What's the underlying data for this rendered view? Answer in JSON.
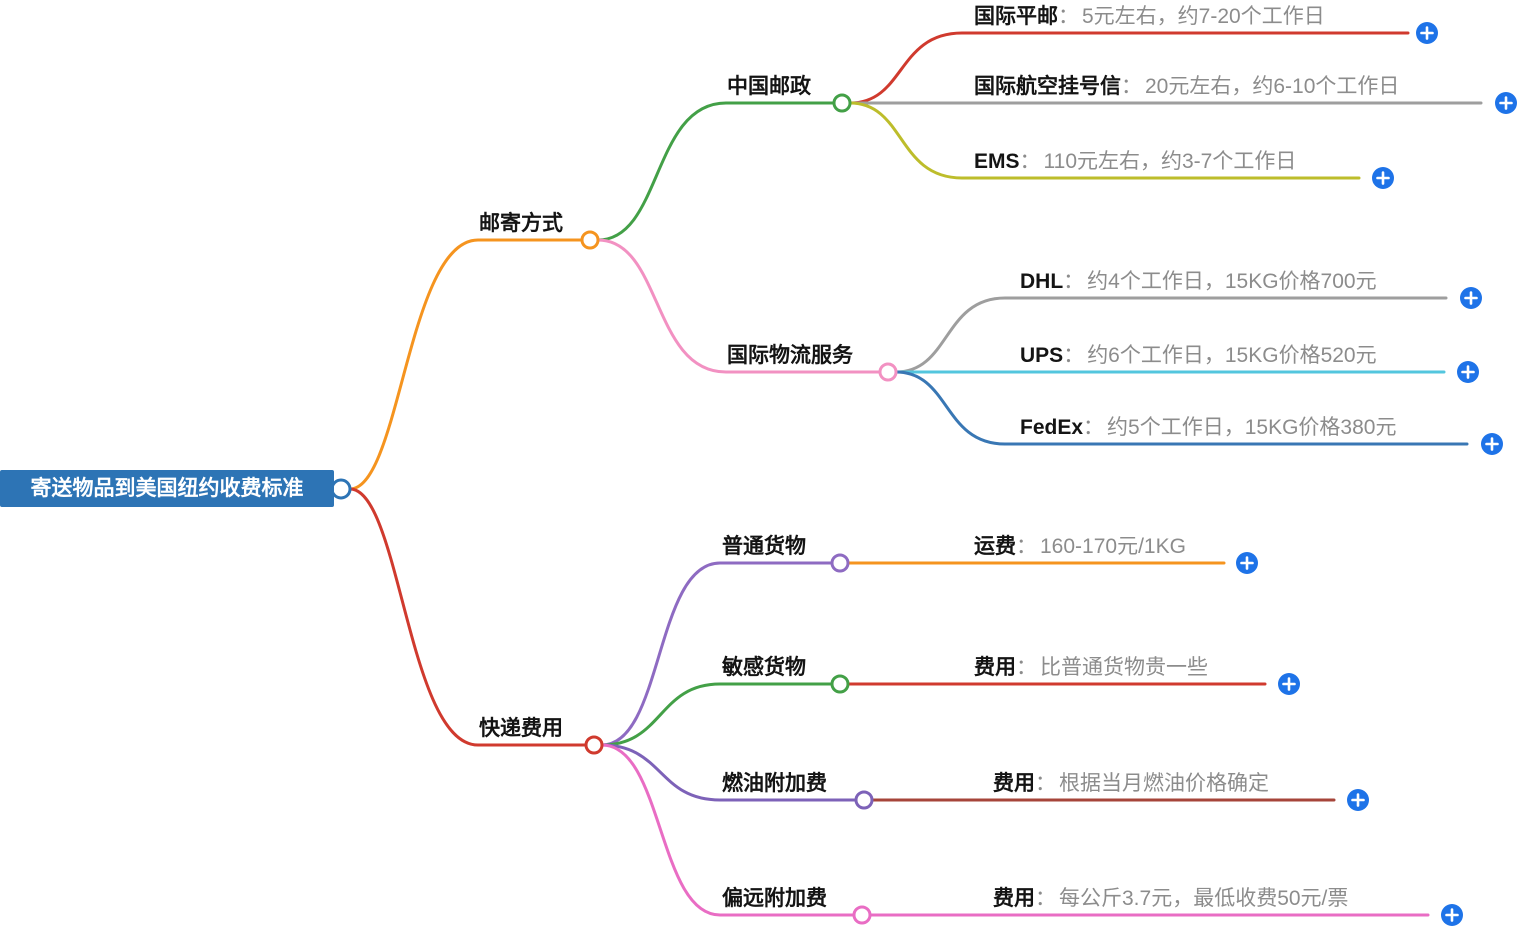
{
  "separator": "：",
  "colors": {
    "root_bg": "#2d74b5",
    "root_stroke": "#2d74b5",
    "orange": "#f5941f",
    "red": "#d03a2e",
    "green": "#43a047",
    "gray": "#9e9e9e",
    "olive": "#bdbd2b",
    "pink": "#f291c2",
    "cyan": "#53c6de",
    "blue": "#3977b4",
    "purple": "#8e6bc2",
    "violet": "#7d62b8",
    "maroon": "#a6453a",
    "magenta": "#e96dc4",
    "plus": "#1e73e8",
    "label": "#141414",
    "value": "#8c8c8c"
  },
  "nodes": {
    "root": {
      "label": "寄送物品到美国纽约收费标准"
    },
    "mail_method": {
      "label": "邮寄方式"
    },
    "china_post": {
      "label": "中国邮政"
    },
    "surface_mail": {
      "label": "国际平邮",
      "value": "5元左右，约7-20个工作日"
    },
    "air_registered": {
      "label": "国际航空挂号信",
      "value": "20元左右，约6-10个工作日"
    },
    "ems": {
      "label": "EMS",
      "value": "110元左右，约3-7个工作日"
    },
    "intl_logistics": {
      "label": "国际物流服务"
    },
    "dhl": {
      "label": "DHL",
      "value": "约4个工作日，15KG价格700元"
    },
    "ups": {
      "label": "UPS",
      "value": "约6个工作日，15KG价格520元"
    },
    "fedex": {
      "label": "FedEx",
      "value": "约5个工作日，15KG价格380元"
    },
    "express_fee": {
      "label": "快递费用"
    },
    "ordinary_goods": {
      "label": "普通货物"
    },
    "ordinary_fee": {
      "label": "运费",
      "value": "160-170元/1KG"
    },
    "sensitive_goods": {
      "label": "敏感货物"
    },
    "sensitive_fee": {
      "label": "费用",
      "value": "比普通货物贵一些"
    },
    "fuel_surcharge": {
      "label": "燃油附加费"
    },
    "fuel_fee": {
      "label": "费用",
      "value": "根据当月燃油价格确定"
    },
    "remote_surcharge": {
      "label": "偏远附加费"
    },
    "remote_fee": {
      "label": "费用",
      "value": "每公斤3.7元，最低收费50元/票"
    }
  }
}
